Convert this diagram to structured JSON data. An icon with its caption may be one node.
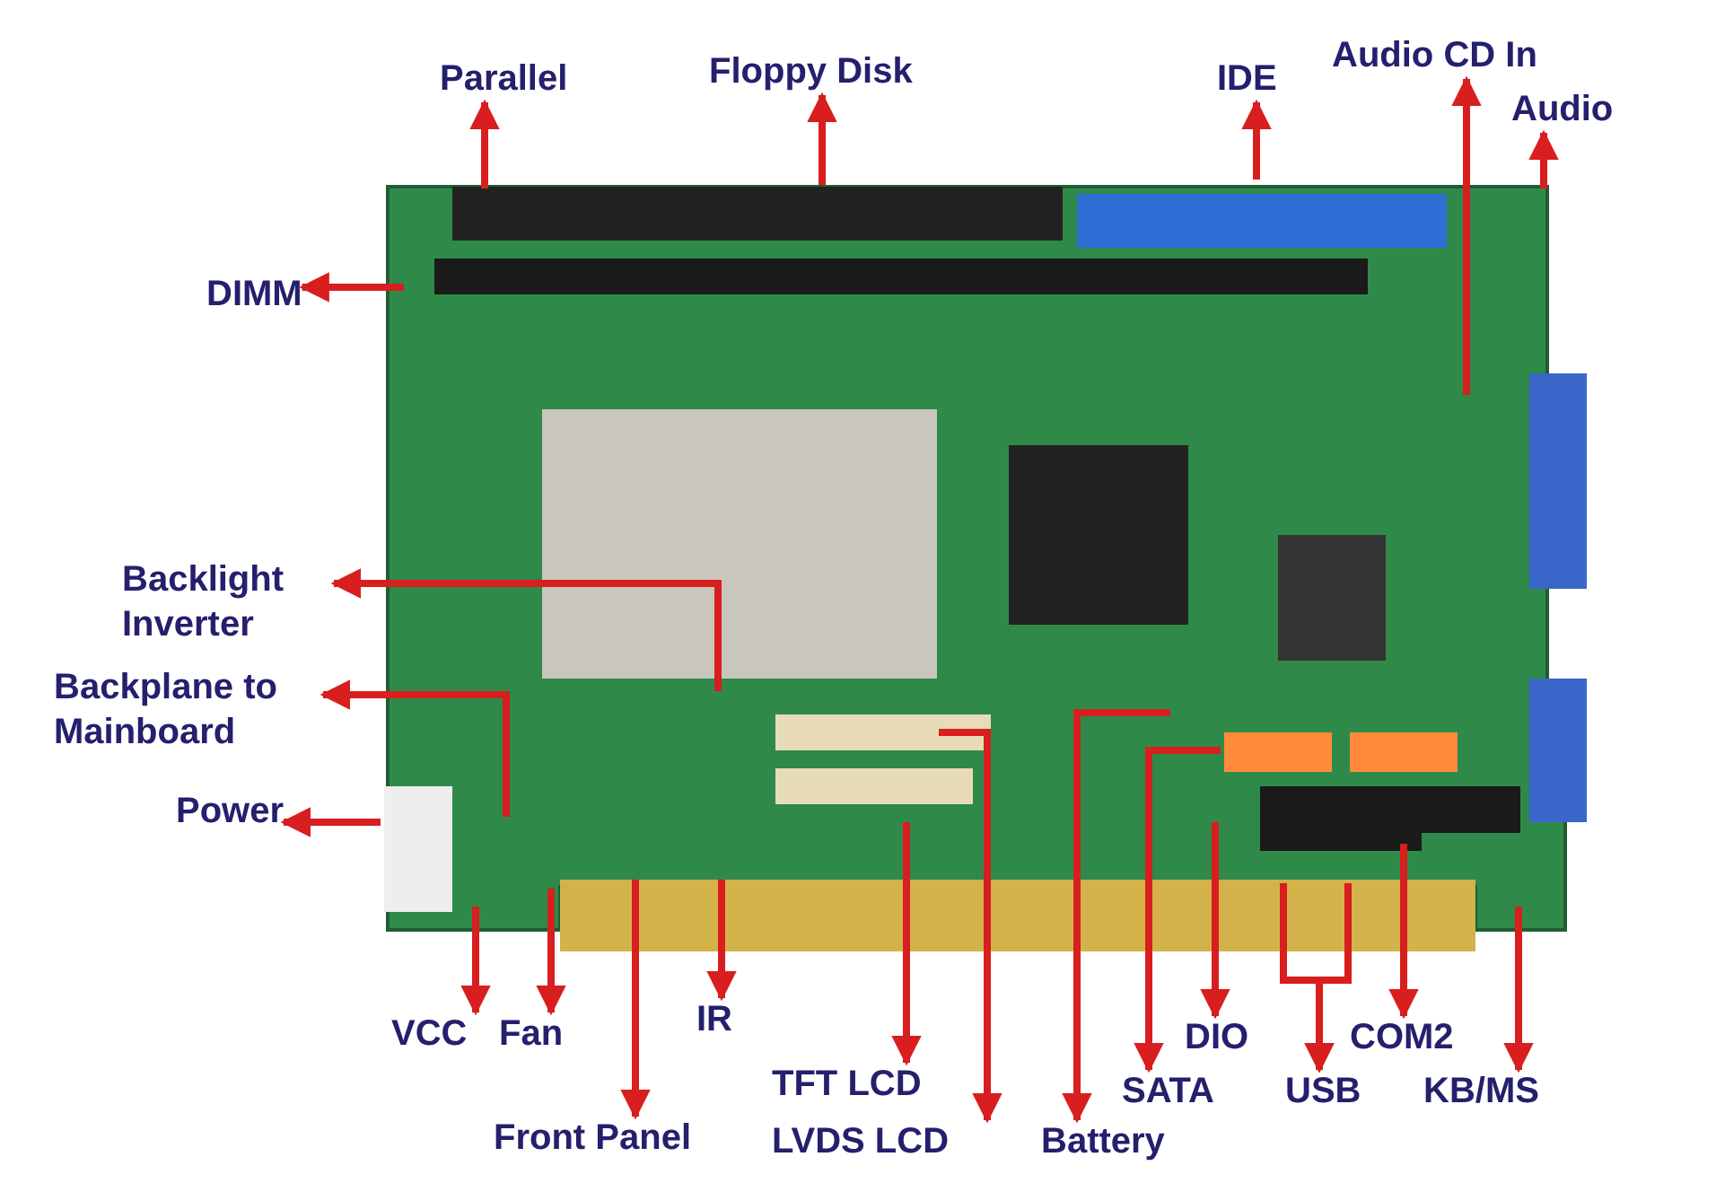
{
  "diagram": {
    "nodes": [
      {
        "text": [],
        "shape": "picture"
      },
      {
        "text": [
          "Parallel"
        ]
      },
      {
        "text": [
          "Floppy Disk"
        ]
      },
      {
        "text": [
          "IDE"
        ]
      },
      {
        "text": [
          "Audio CD In"
        ]
      },
      {
        "text": [
          "Audio"
        ]
      },
      {
        "text": [
          "DIMM"
        ]
      },
      {
        "text": [
          "Backlight Inverter"
        ]
      },
      {
        "text": [
          "Backplane to Mainboard"
        ]
      },
      {
        "text": [
          "Power"
        ]
      },
      {
        "text": [
          "VCC"
        ]
      },
      {
        "text": [
          "Fan"
        ]
      },
      {
        "text": [
          "IR"
        ]
      },
      {
        "text": [
          "DIO"
        ]
      },
      {
        "text": [
          "COM2"
        ]
      },
      {
        "text": [
          "TFT LCD"
        ]
      },
      {
        "text": [
          "SATA"
        ]
      },
      {
        "text": [
          "USB"
        ]
      },
      {
        "text": [
          "KB/MS"
        ]
      },
      {
        "text": [
          "Front Panel"
        ]
      },
      {
        "text": [
          "LVDS LCD"
        ]
      },
      {
        "text": [
          "Battery"
        ]
      }
    ],
    "edges": [
      {
        "from": 0,
        "to": 1,
        "arrow": "to"
      },
      {
        "from": 0,
        "to": 2,
        "arrow": "to"
      },
      {
        "from": 0,
        "to": 3,
        "arrow": "to"
      },
      {
        "from": 0,
        "to": 4,
        "arrow": "to"
      },
      {
        "from": 0,
        "to": 5,
        "arrow": "to"
      },
      {
        "from": 0,
        "to": 6,
        "arrow": "to"
      },
      {
        "from": 0,
        "to": 7,
        "arrow": "to"
      },
      {
        "from": 0,
        "to": 8,
        "arrow": "to"
      },
      {
        "from": 0,
        "to": 9,
        "arrow": "to"
      },
      {
        "from": 0,
        "to": 10,
        "arrow": "to"
      },
      {
        "from": 0,
        "to": 11,
        "arrow": "to"
      },
      {
        "from": 0,
        "to": 12,
        "arrow": "to"
      },
      {
        "from": 0,
        "to": 13,
        "arrow": "to"
      },
      {
        "from": 0,
        "to": 14,
        "arrow": "to"
      },
      {
        "from": 0,
        "to": 15,
        "arrow": "to"
      },
      {
        "from": 0,
        "to": 16,
        "arrow": "to"
      },
      {
        "from": 0,
        "to": 17,
        "arrow": "to"
      },
      {
        "from": 0,
        "to": 17,
        "arrow": "to"
      },
      {
        "from": 0,
        "to": 18,
        "arrow": "to"
      },
      {
        "from": 0,
        "to": 19,
        "arrow": "to"
      },
      {
        "from": 0,
        "to": 20,
        "arrow": "to"
      },
      {
        "from": 0,
        "to": 21,
        "arrow": "to"
      }
    ]
  }
}
